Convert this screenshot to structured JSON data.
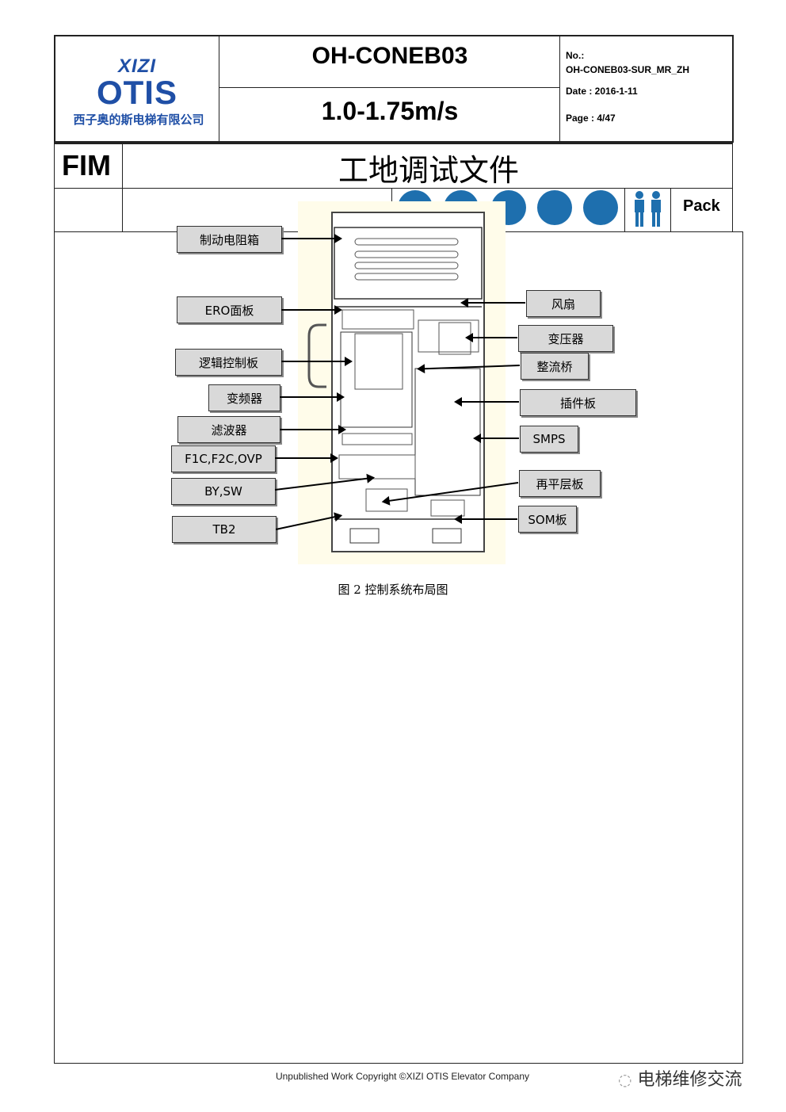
{
  "header": {
    "logo_brand": "XIZI",
    "logo_name": "OTIS",
    "logo_company": "西子奥的斯电梯有限公司",
    "title": "OH-CONEB03",
    "speed": "1.0-1.75m/s",
    "no_label": "No.:",
    "no_value": "OH-CONEB03-SUR_MR_ZH",
    "date": "Date : 2016-1-11",
    "page": "Page : 4/47",
    "fim": "FIM",
    "doc_title": "工地调试文件",
    "pack": "Pack"
  },
  "figure": {
    "labels": {
      "brake_resistor": "制动电阻箱",
      "ero_panel": "ERO面板",
      "logic_board": "逻辑控制板",
      "inverter": "变频器",
      "filter": "滤波器",
      "f1c": "F1C,F2C,OVP",
      "bysw": "BY,SW",
      "tb2": "TB2",
      "fan": "风扇",
      "transformer": "变压器",
      "rectifier": "整流桥",
      "plugin_board": "插件板",
      "smps": "SMPS",
      "relevel_board": "再平层板",
      "som_board": "SOM板"
    },
    "caption": "图 2  控制系统布局图"
  },
  "footer": {
    "copyright": "Unpublished Work Copyright ©XIZI OTIS Elevator Company",
    "watermark": "电梯维修交流"
  }
}
